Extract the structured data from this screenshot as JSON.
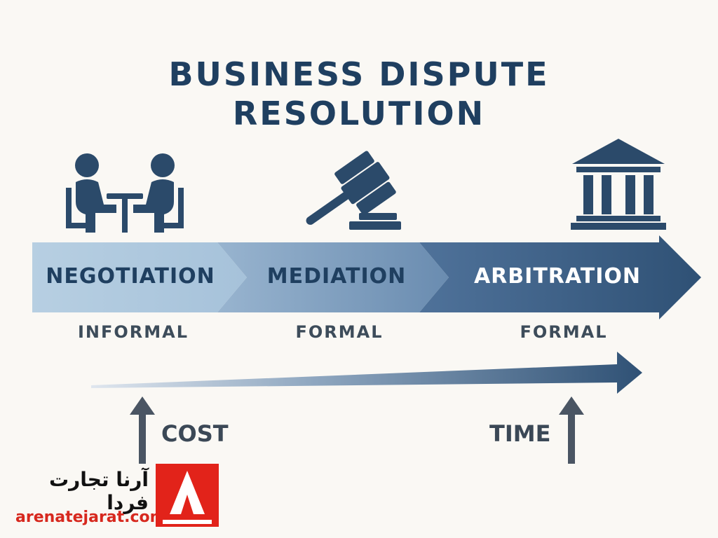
{
  "title": {
    "line1": "BUSINESS DISPUTE",
    "line2": "RESOLUTION"
  },
  "stages": [
    {
      "label": "NEGOTIATION",
      "sublabel": "INFORMAL",
      "icon": "negotiation-people-table-icon"
    },
    {
      "label": "MEDIATION",
      "sublabel": "FORMAL",
      "icon": "gavel-icon"
    },
    {
      "label": "ARBITRATION",
      "sublabel": "FORMAL",
      "icon": "courthouse-icon"
    }
  ],
  "metrics": {
    "cost": "COST",
    "time": "TIME"
  },
  "brand": {
    "name": "آرنا تجارت فردا",
    "url": "arenatejarat.com",
    "logo": "arena-logo-icon"
  },
  "colors": {
    "title": "#1f3f60",
    "icon": "#2b4a6a",
    "stage1": "#b7cfe2",
    "stage2": "#7d9cbb",
    "stage3": "#3b5f85",
    "brand_red": "#e2231a"
  }
}
